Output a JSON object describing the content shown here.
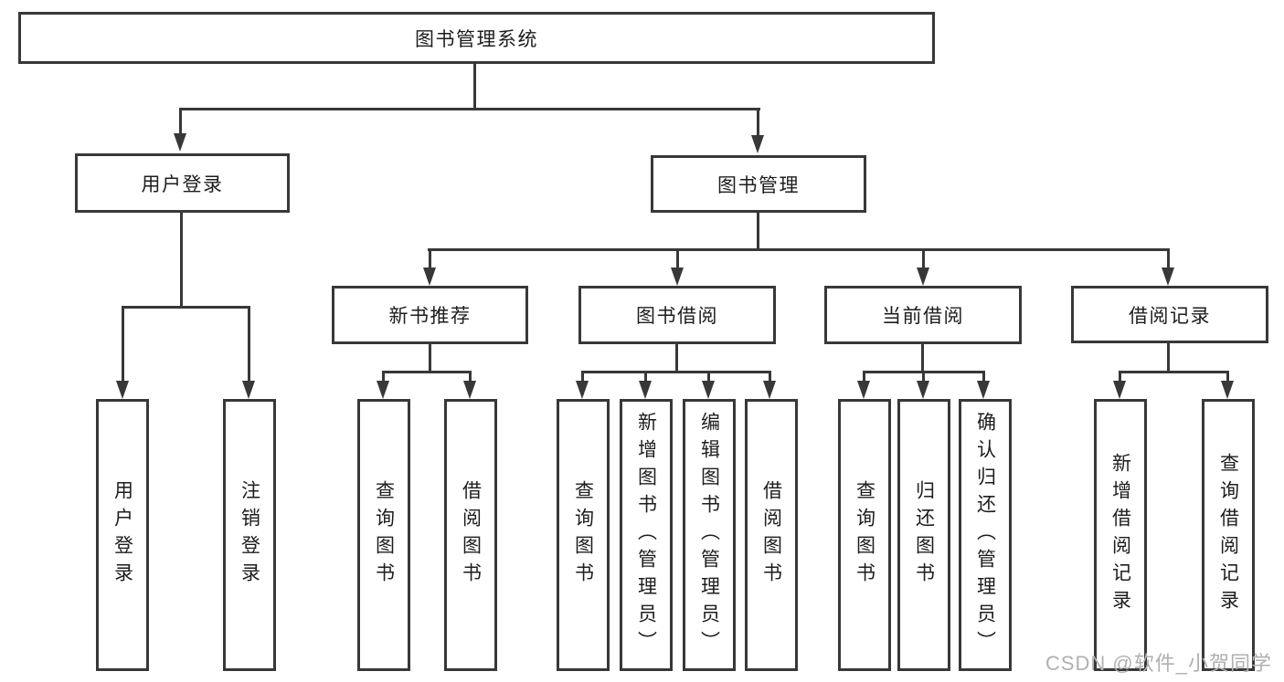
{
  "tree": {
    "label": "图书管理系统",
    "children": [
      {
        "label": "用户登录",
        "children": [
          {
            "label": "用户登录"
          },
          {
            "label": "注销登录"
          }
        ]
      },
      {
        "label": "图书管理",
        "children": [
          {
            "label": "新书推荐",
            "children": [
              {
                "label": "查询图书"
              },
              {
                "label": "借阅图书"
              }
            ]
          },
          {
            "label": "图书借阅",
            "children": [
              {
                "label": "查询图书"
              },
              {
                "label": "新增图书（管理员）"
              },
              {
                "label": "编辑图书（管理员）"
              },
              {
                "label": "借阅图书"
              }
            ]
          },
          {
            "label": "当前借阅",
            "children": [
              {
                "label": "查询图书"
              },
              {
                "label": "归还图书"
              },
              {
                "label": "确认归还（管理员）"
              }
            ]
          },
          {
            "label": "借阅记录",
            "children": [
              {
                "label": "新增借阅记录"
              },
              {
                "label": "查询借阅记录"
              }
            ]
          }
        ]
      }
    ]
  },
  "watermark": "CSDN @软件_小贺同学",
  "colors": {
    "line": "#383838",
    "text": "#1d1d1d",
    "background": "#ffffff",
    "watermark": "#b0b0b0"
  }
}
